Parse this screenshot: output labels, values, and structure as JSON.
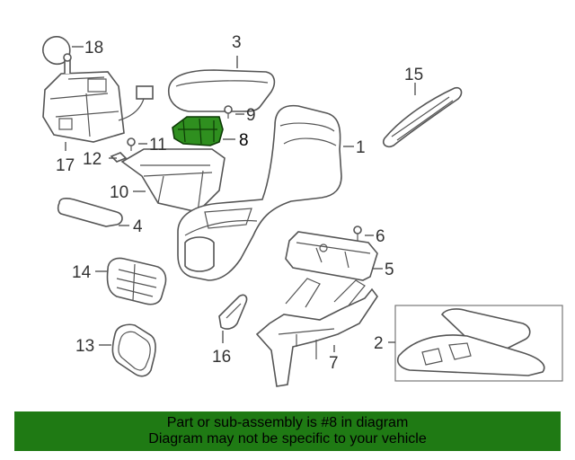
{
  "callouts": {
    "c1": "1",
    "c2": "2",
    "c3": "3",
    "c4": "4",
    "c5": "5",
    "c6": "6",
    "c7": "7",
    "c8": "8",
    "c9": "9",
    "c10": "10",
    "c11": "11",
    "c12": "12",
    "c13": "13",
    "c14": "14",
    "c15": "15",
    "c16": "16",
    "c17": "17",
    "c18": "18"
  },
  "highlight_part": "8",
  "colors": {
    "highlight": "#2f8f1f",
    "banner": "#1f7a14"
  },
  "banner": {
    "line1": "Part or sub-assembly is #8 in diagram",
    "line2": "Diagram may not be specific to your vehicle"
  }
}
